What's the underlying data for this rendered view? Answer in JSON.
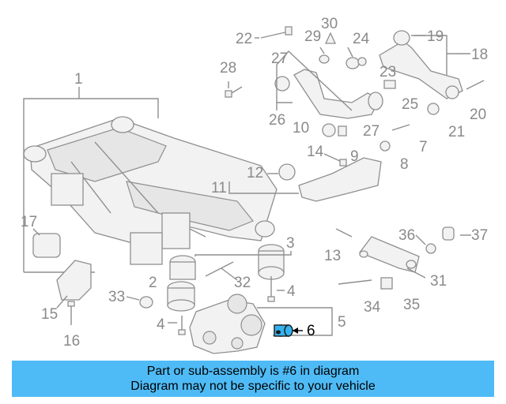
{
  "diagram": {
    "callouts": [
      "1",
      "2",
      "3",
      "4",
      "4",
      "5",
      "6",
      "7",
      "8",
      "9",
      "10",
      "11",
      "12",
      "13",
      "14",
      "15",
      "16",
      "17",
      "18",
      "19",
      "20",
      "21",
      "22",
      "23",
      "24",
      "25",
      "26",
      "27",
      "27",
      "28",
      "29",
      "30",
      "31",
      "32",
      "33",
      "34",
      "35",
      "36",
      "37"
    ],
    "highlighted_callout": "6",
    "colors": {
      "highlight": "#34b3ee",
      "line": "#8f8f8f",
      "banner": "#4fbbf6"
    }
  },
  "banner": {
    "line1": "Part or sub-assembly is #6 in diagram",
    "line2": "Diagram may not be specific to your vehicle"
  }
}
